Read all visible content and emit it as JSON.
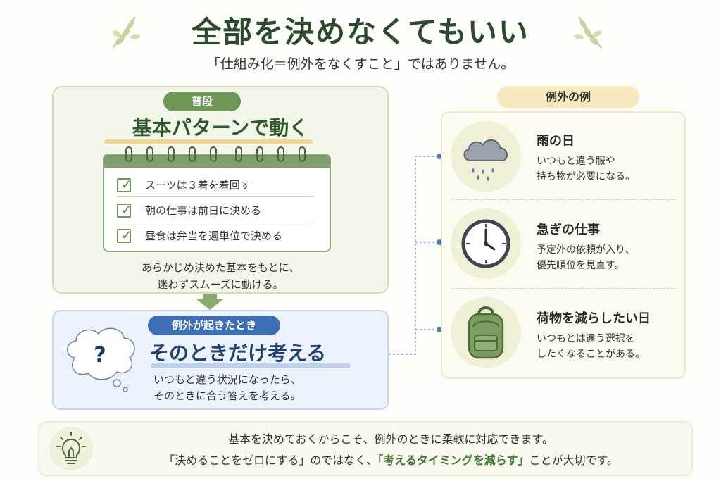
{
  "header": {
    "title": "全部を決めなくてもいい",
    "subtitle": "「仕組み化＝例外をなくすこと」ではありません。"
  },
  "normal": {
    "badge": "普段",
    "heading": "基本パターンで動く",
    "items": [
      "スーツは３着を着回す",
      "朝の仕事は前日に決める",
      "昼食は弁当を週単位で決める"
    ],
    "desc_line1": "あらかじめ決めた基本をもとに、",
    "desc_line2": "迷わずスムーズに動ける。"
  },
  "exception": {
    "badge": "例外が起きたとき",
    "bubble_mark": "?",
    "heading": "そのときだけ考える",
    "desc_line1": "いつもと違う状況になったら、",
    "desc_line2": "そのときに合う答えを考える。"
  },
  "examples": {
    "badge": "例外の例",
    "items": [
      {
        "title": "雨の日",
        "desc_line1": "いつもと違う服や",
        "desc_line2": "持ち物が必要になる。",
        "icon": "rain-cloud-icon"
      },
      {
        "title": "急ぎの仕事",
        "desc_line1": "予定外の依頼が入り、",
        "desc_line2": "優先順位を見直す。",
        "icon": "clock-icon"
      },
      {
        "title": "荷物を減らしたい日",
        "desc_line1": "いつもとは違う選択を",
        "desc_line2": "したくなることがある。",
        "icon": "backpack-icon"
      }
    ]
  },
  "footer": {
    "line1": "基本を決めておくからこそ、例外のときに柔軟に対応できます。",
    "line2_pre": "「決めることをゼロにする」のではなく、",
    "line2_highlight": "「考えるタイミングを減らす」",
    "line2_post": "ことが大切です。",
    "icon": "lightbulb-icon"
  },
  "colors": {
    "green_accent": "#6e9656",
    "blue_accent": "#3e6fb6",
    "title_green": "#2c4a2c",
    "highlight_green": "#3f7a35",
    "examples_badge": "#f7e8bd"
  }
}
